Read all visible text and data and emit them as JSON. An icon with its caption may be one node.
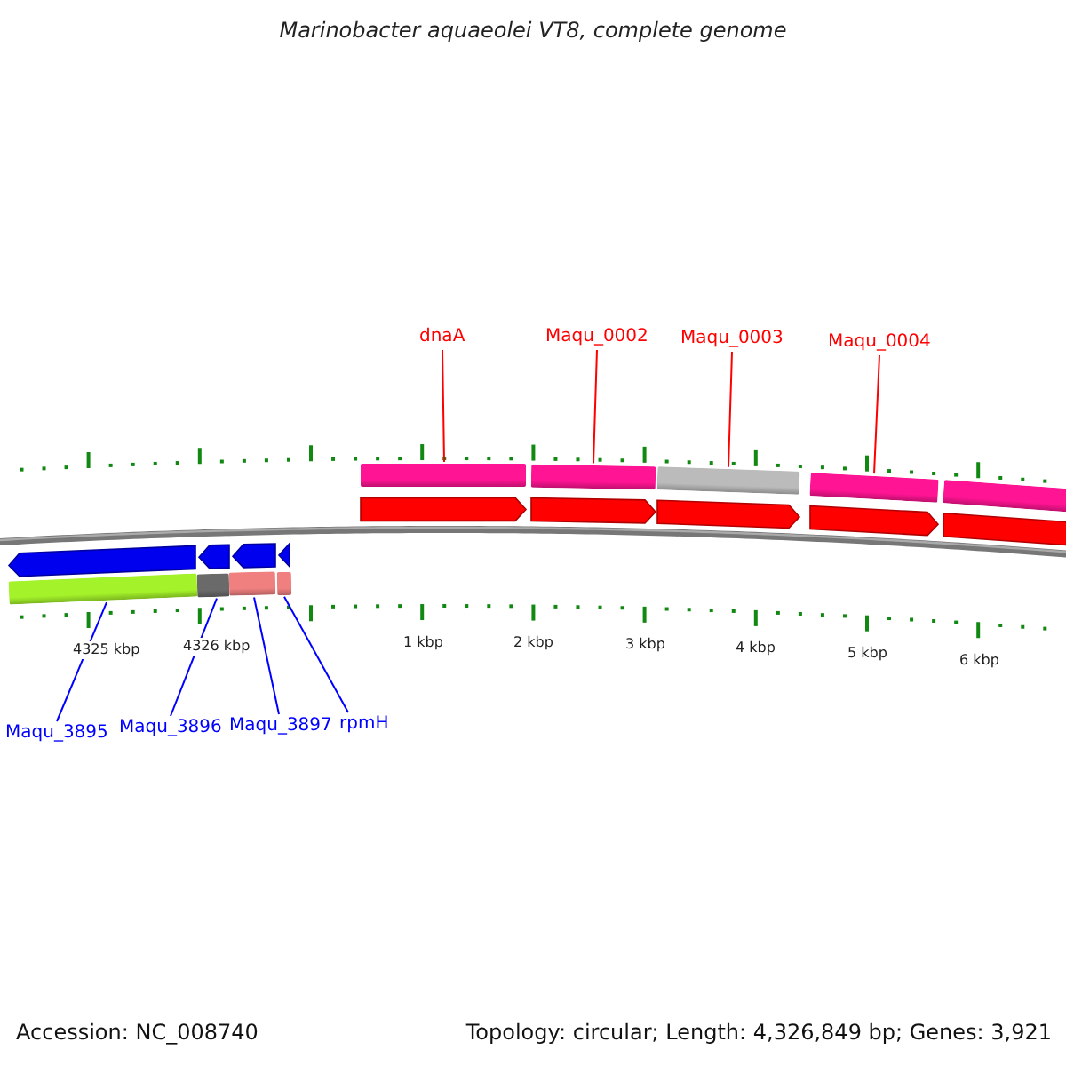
{
  "diagram": {
    "title": "Marinobacter aquaeolei VT8, complete genome",
    "nodes": [
      {
        "text": [
          "dnaA"
        ]
      },
      {
        "text": [
          "Maqu_0002"
        ]
      },
      {
        "text": [
          "Maqu_0003"
        ]
      },
      {
        "text": [
          "Maqu_0004"
        ]
      },
      {
        "text": [],
        "shape": "bar"
      },
      {
        "text": [],
        "shape": "bar"
      },
      {
        "text": [],
        "shape": "bar"
      },
      {
        "text": [],
        "shape": "bar"
      },
      {
        "text": [],
        "shape": "bar"
      },
      {
        "text": [],
        "shape": "bar"
      },
      {
        "text": [],
        "shape": "bar"
      },
      {
        "text": [],
        "shape": "bar"
      },
      {
        "text": [],
        "shape": "bar"
      },
      {
        "text": [
          "Maqu_3895"
        ]
      },
      {
        "text": [
          "Maqu_3896"
        ]
      },
      {
        "text": [
          "Maqu_3897"
        ]
      },
      {
        "text": [
          "rpmH"
        ]
      },
      {
        "text": [],
        "shape": "arrow"
      },
      {
        "text": [],
        "shape": "arrow"
      },
      {
        "text": [],
        "shape": "arrow"
      },
      {
        "text": [],
        "shape": "arrow"
      },
      {
        "text": [],
        "shape": "arrow"
      },
      {
        "text": [],
        "shape": "arrow"
      },
      {
        "text": [],
        "shape": "arrow"
      },
      {
        "text": [],
        "shape": "arrow"
      },
      {
        "text": [],
        "shape": "arrow"
      }
    ],
    "edges": [
      {
        "from": 0,
        "to": 4,
        "arrow": "none",
        "color": "#ff0000"
      },
      {
        "from": 1,
        "to": 5,
        "arrow": "none",
        "color": "#ff0000"
      },
      {
        "from": 2,
        "to": 6,
        "arrow": "none",
        "color": "#ff0000"
      },
      {
        "from": 3,
        "to": 7,
        "arrow": "none",
        "color": "#ff0000"
      },
      {
        "from": 13,
        "to": 9,
        "arrow": "none",
        "color": "#0000ff"
      },
      {
        "from": 14,
        "to": 10,
        "arrow": "none",
        "color": "#0000ff"
      },
      {
        "from": 15,
        "to": 11,
        "arrow": "none",
        "color": "#0000ff"
      },
      {
        "from": 16,
        "to": 12,
        "arrow": "none",
        "color": "#0000ff"
      }
    ],
    "labels": [
      "4325 kbp",
      "4326 kbp",
      "1 kbp",
      "2 kbp",
      "3 kbp",
      "4 kbp",
      "5 kbp",
      "6 kbp",
      "Accession: NC_008740",
      "Topology: circular; Length: 4,326,849 bp; Genes: 3,921"
    ]
  }
}
